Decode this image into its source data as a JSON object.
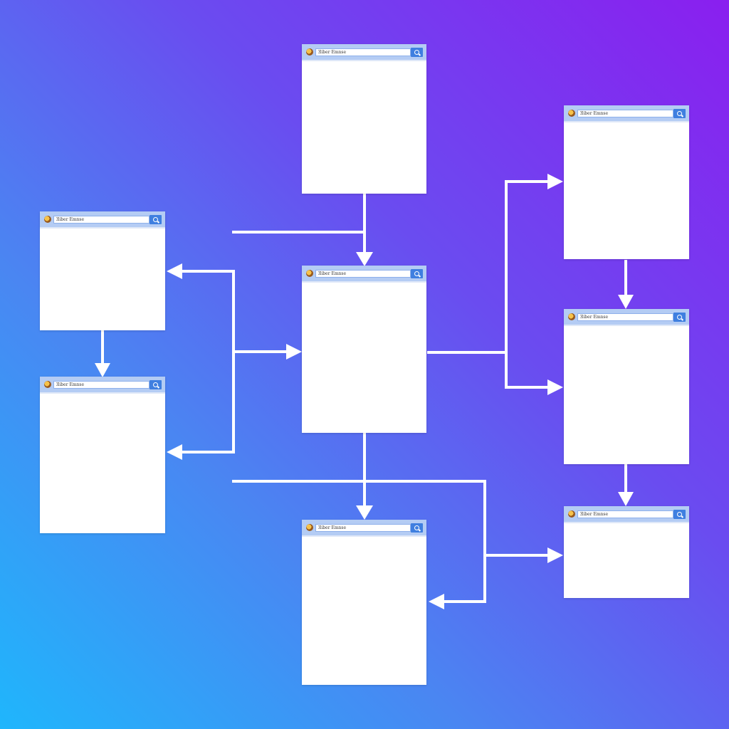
{
  "colors": {
    "connector": "#ffffff",
    "window_body": "#ffffff",
    "window_header": "#b4ccf4",
    "search_button": "#3f7fe0",
    "background_top_right": "#8a1fef",
    "background_bottom_left": "#1fb6fc"
  },
  "icons": {
    "favicon": "bird-favicon-icon",
    "search": "search-icon",
    "arrow": "arrowhead-icon"
  },
  "windows": [
    {
      "id": "top-center",
      "search_text": "Ǝiber Emnse"
    },
    {
      "id": "center",
      "search_text": "Ǝiber Emnse"
    },
    {
      "id": "bottom-center",
      "search_text": "Ǝiber Emnse"
    },
    {
      "id": "left-upper",
      "search_text": "Ǝiber Emnse"
    },
    {
      "id": "left-lower",
      "search_text": "Ǝiber Emnse"
    },
    {
      "id": "right-top",
      "search_text": "Ǝiber Emnse"
    },
    {
      "id": "right-middle",
      "search_text": "Ǝiber Emnse"
    },
    {
      "id": "right-bottom",
      "search_text": "Ǝiber Emnse"
    }
  ]
}
